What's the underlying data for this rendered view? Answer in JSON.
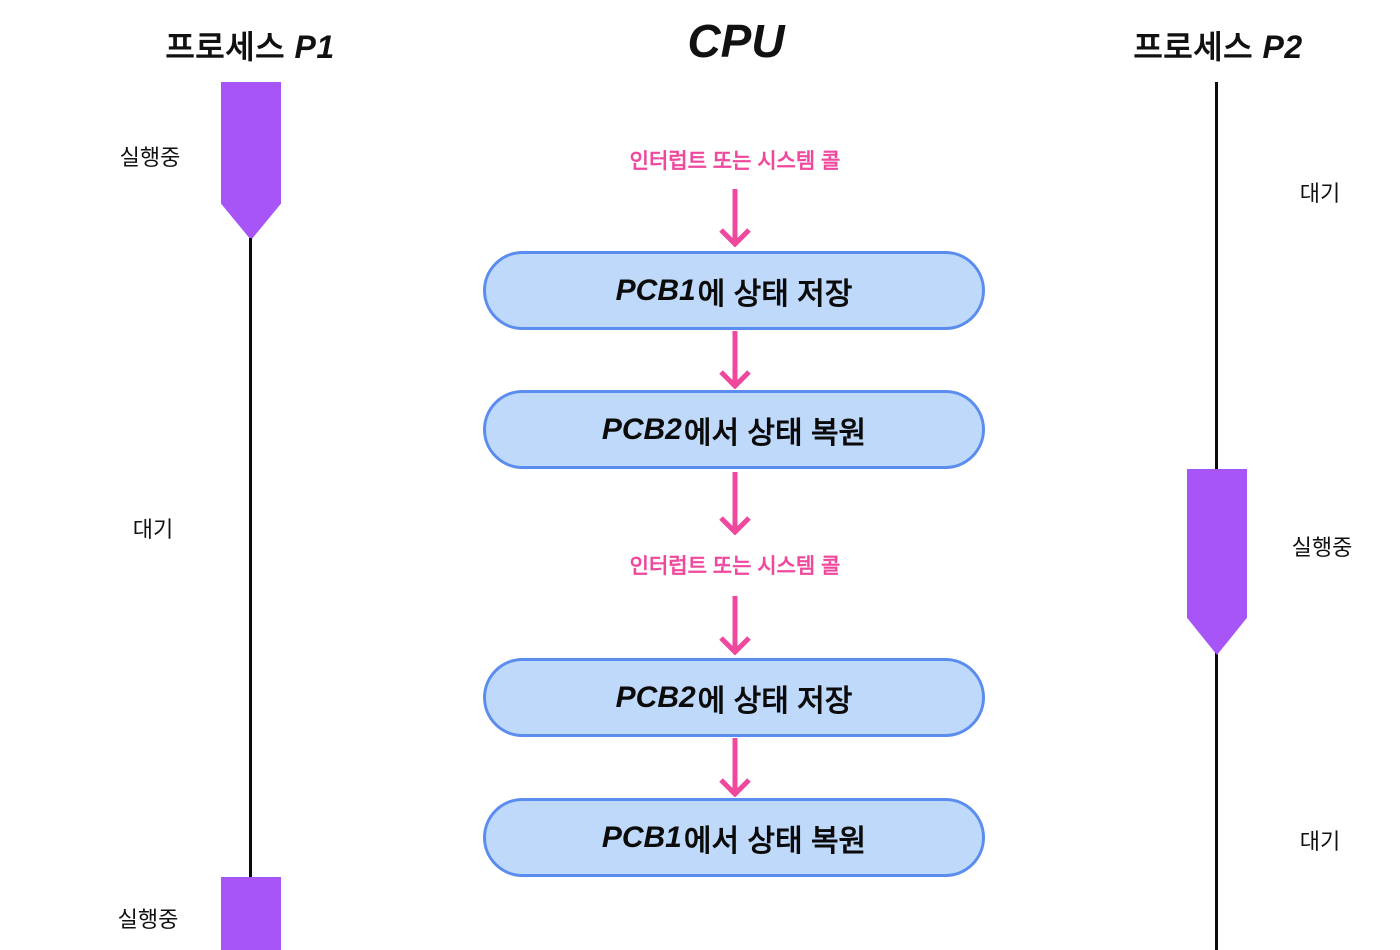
{
  "diagram": {
    "cpu_title": "CPU",
    "p1": {
      "title_prefix": "프로세스 ",
      "title_id": "P1",
      "running_top": "실행중",
      "waiting": "대기",
      "running_bottom": "실행중"
    },
    "p2": {
      "title_prefix": "프로세스 ",
      "title_id": "P2",
      "waiting_top": "대기",
      "running": "실행중",
      "waiting_bottom": "대기"
    },
    "interrupt_label_top": "인터럽트 또는 시스템 콜",
    "interrupt_label_mid": "인터럽트 또는 시스템 콜",
    "boxes": [
      {
        "pcb": "PCB1",
        "text": "에 상태 저장"
      },
      {
        "pcb": "PCB2",
        "text": "에서 상태 복원"
      },
      {
        "pcb": "PCB2",
        "text": "에 상태 저장"
      },
      {
        "pcb": "PCB1",
        "text": "에서 상태 복원"
      }
    ],
    "colors": {
      "purple": "#a855f7",
      "pink": "#f0489c",
      "box_fill": "#bfd9fb",
      "box_border": "#5b8dee",
      "line": "#0b0b0b"
    }
  }
}
